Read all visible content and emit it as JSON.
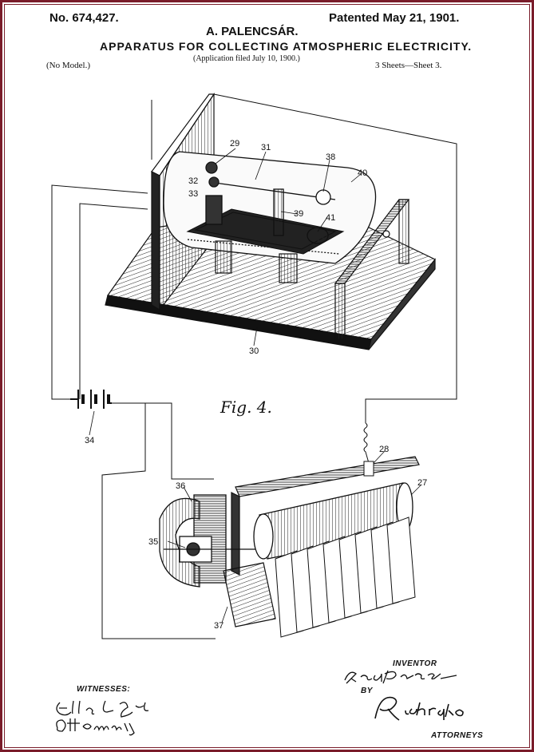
{
  "header": {
    "patent_no": "No. 674,427.",
    "patented": "Patented May 21, 1901.",
    "inventor_name": "A. PALENCSÁR.",
    "title": "APPARATUS FOR COLLECTING ATMOSPHERIC ELECTRICITY.",
    "filed": "(Application filed July 10, 1900.)",
    "model": "(No Model.)",
    "sheets": "3 Sheets—Sheet 3."
  },
  "figure": {
    "caption": "Fig. 4.",
    "labels": {
      "l29": "29",
      "l31": "31",
      "l38": "38",
      "l40": "40",
      "l32": "32",
      "l33": "33",
      "l39": "39",
      "l41": "41",
      "l30": "30",
      "l34": "34",
      "l28": "28",
      "l27": "27",
      "l36": "36",
      "l35": "35",
      "l37": "37"
    }
  },
  "footer": {
    "witnesses_label": "WITNESSES:",
    "inventor_label": "INVENTOR",
    "by_label": "BY",
    "attorneys_label": "ATTORNEYS"
  }
}
